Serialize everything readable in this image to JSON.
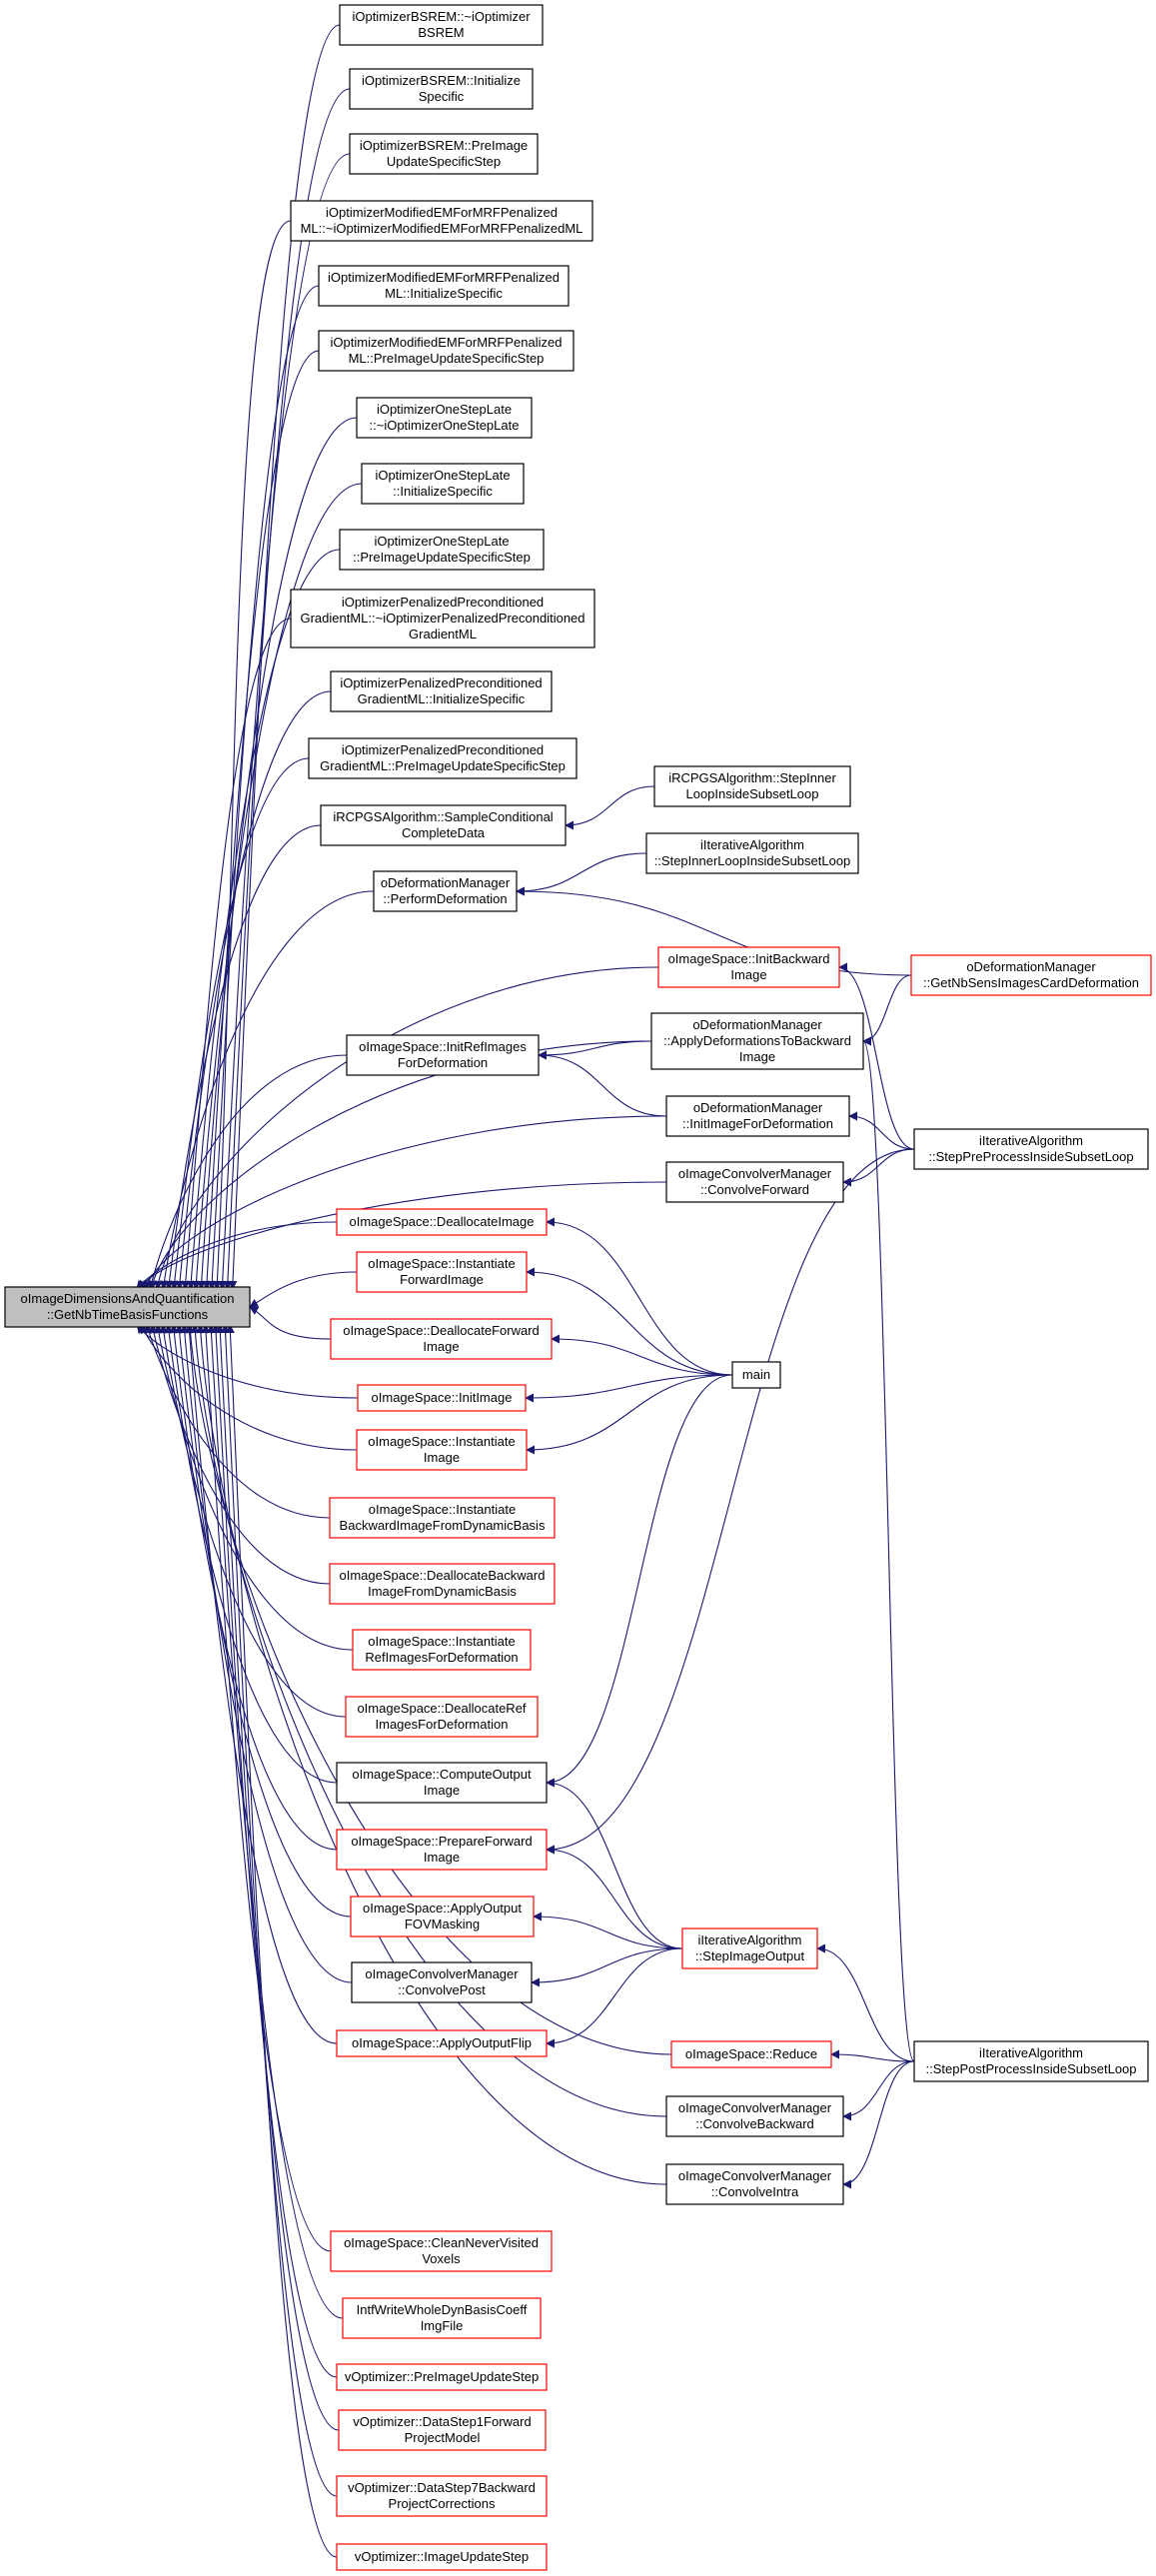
{
  "colors": {
    "edge": "#191970",
    "box_border_black": "#000000",
    "box_border_red": "#ff0000",
    "root_fill": "#bfbfbf",
    "box_fill": "#ffffff",
    "text": "#000000"
  },
  "nodes": [
    {
      "id": "root",
      "lines": [
        "oImageDimensionsAndQuantification",
        "::GetNbTimeBasisFunctions"
      ],
      "border": "gray"
    },
    {
      "id": "n1",
      "lines": [
        "iOptimizerBSREM::~iOptimizer",
        "BSREM"
      ],
      "border": "black"
    },
    {
      "id": "n2",
      "lines": [
        "iOptimizerBSREM::Initialize",
        "Specific"
      ],
      "border": "black"
    },
    {
      "id": "n3",
      "lines": [
        "iOptimizerBSREM::PreImage",
        "UpdateSpecificStep"
      ],
      "border": "black"
    },
    {
      "id": "n4",
      "lines": [
        "iOptimizerModifiedEMForMRFPenalized",
        "ML::~iOptimizerModifiedEMForMRFPenalizedML"
      ],
      "border": "black"
    },
    {
      "id": "n5",
      "lines": [
        "iOptimizerModifiedEMForMRFPenalized",
        "ML::InitializeSpecific"
      ],
      "border": "black"
    },
    {
      "id": "n6",
      "lines": [
        "iOptimizerModifiedEMForMRFPenalized",
        "ML::PreImageUpdateSpecificStep"
      ],
      "border": "black"
    },
    {
      "id": "n7",
      "lines": [
        "iOptimizerOneStepLate",
        "::~iOptimizerOneStepLate"
      ],
      "border": "black"
    },
    {
      "id": "n8",
      "lines": [
        "iOptimizerOneStepLate",
        "::InitializeSpecific"
      ],
      "border": "black"
    },
    {
      "id": "n9",
      "lines": [
        "iOptimizerOneStepLate",
        "::PreImageUpdateSpecificStep"
      ],
      "border": "black"
    },
    {
      "id": "n10",
      "lines": [
        "iOptimizerPenalizedPreconditioned",
        "GradientML::~iOptimizerPenalizedPreconditioned",
        "GradientML"
      ],
      "border": "black"
    },
    {
      "id": "n11",
      "lines": [
        "iOptimizerPenalizedPreconditioned",
        "GradientML::InitializeSpecific"
      ],
      "border": "black"
    },
    {
      "id": "n12",
      "lines": [
        "iOptimizerPenalizedPreconditioned",
        "GradientML::PreImageUpdateSpecificStep"
      ],
      "border": "black"
    },
    {
      "id": "n13",
      "lines": [
        "iRCPGSAlgorithm::SampleConditional",
        "CompleteData"
      ],
      "border": "black"
    },
    {
      "id": "n14",
      "lines": [
        "oDeformationManager",
        "::PerformDeformation"
      ],
      "border": "black"
    },
    {
      "id": "n15",
      "lines": [
        "oImageSpace::InitRefImages",
        "ForDeformation"
      ],
      "border": "black"
    },
    {
      "id": "n16",
      "lines": [
        "oImageSpace::DeallocateImage"
      ],
      "border": "red"
    },
    {
      "id": "n17",
      "lines": [
        "oImageSpace::Instantiate",
        "ForwardImage"
      ],
      "border": "red"
    },
    {
      "id": "n18",
      "lines": [
        "oImageSpace::DeallocateForward",
        "Image"
      ],
      "border": "red"
    },
    {
      "id": "n19",
      "lines": [
        "oImageSpace::InitImage"
      ],
      "border": "red"
    },
    {
      "id": "n20",
      "lines": [
        "oImageSpace::Instantiate",
        "Image"
      ],
      "border": "red"
    },
    {
      "id": "n21",
      "lines": [
        "oImageSpace::Instantiate",
        "BackwardImageFromDynamicBasis"
      ],
      "border": "red"
    },
    {
      "id": "n22",
      "lines": [
        "oImageSpace::DeallocateBackward",
        "ImageFromDynamicBasis"
      ],
      "border": "red"
    },
    {
      "id": "n23",
      "lines": [
        "oImageSpace::Instantiate",
        "RefImagesForDeformation"
      ],
      "border": "red"
    },
    {
      "id": "n24",
      "lines": [
        "oImageSpace::DeallocateRef",
        "ImagesForDeformation"
      ],
      "border": "red"
    },
    {
      "id": "n25",
      "lines": [
        "oImageSpace::ComputeOutput",
        "Image"
      ],
      "border": "black"
    },
    {
      "id": "n26",
      "lines": [
        "oImageSpace::PrepareForward",
        "Image"
      ],
      "border": "red"
    },
    {
      "id": "n27",
      "lines": [
        "oImageSpace::ApplyOutput",
        "FOVMasking"
      ],
      "border": "red"
    },
    {
      "id": "n28",
      "lines": [
        "oImageConvolverManager",
        "::ConvolvePost"
      ],
      "border": "black"
    },
    {
      "id": "n29",
      "lines": [
        "oImageSpace::ApplyOutputFlip"
      ],
      "border": "red"
    },
    {
      "id": "n30",
      "lines": [
        "oImageSpace::CleanNeverVisited",
        "Voxels"
      ],
      "border": "red"
    },
    {
      "id": "n31",
      "lines": [
        "IntfWriteWholeDynBasisCoeff",
        "ImgFile"
      ],
      "border": "red"
    },
    {
      "id": "n32",
      "lines": [
        "vOptimizer::PreImageUpdateStep"
      ],
      "border": "red"
    },
    {
      "id": "n33",
      "lines": [
        "vOptimizer::DataStep1Forward",
        "ProjectModel"
      ],
      "border": "red"
    },
    {
      "id": "n34",
      "lines": [
        "vOptimizer::DataStep7Backward",
        "ProjectCorrections"
      ],
      "border": "red"
    },
    {
      "id": "n35",
      "lines": [
        "vOptimizer::ImageUpdateStep"
      ],
      "border": "red"
    },
    {
      "id": "m1",
      "lines": [
        "iRCPGSAlgorithm::StepInner",
        "LoopInsideSubsetLoop"
      ],
      "border": "black"
    },
    {
      "id": "m2",
      "lines": [
        "iIterativeAlgorithm",
        "::StepInnerLoopInsideSubsetLoop"
      ],
      "border": "black"
    },
    {
      "id": "m3",
      "lines": [
        "oImageSpace::InitBackward",
        "Image"
      ],
      "border": "red"
    },
    {
      "id": "m4",
      "lines": [
        "oDeformationManager",
        "::ApplyDeformationsToBackward",
        "Image"
      ],
      "border": "black"
    },
    {
      "id": "m5",
      "lines": [
        "oDeformationManager",
        "::InitImageForDeformation"
      ],
      "border": "black"
    },
    {
      "id": "m6",
      "lines": [
        "oImageConvolverManager",
        "::ConvolveForward"
      ],
      "border": "black"
    },
    {
      "id": "m7",
      "lines": [
        "main"
      ],
      "border": "black"
    },
    {
      "id": "m8",
      "lines": [
        "iIterativeAlgorithm",
        "::StepImageOutput"
      ],
      "border": "red"
    },
    {
      "id": "m9",
      "lines": [
        "oImageSpace::Reduce"
      ],
      "border": "red"
    },
    {
      "id": "m10",
      "lines": [
        "oImageConvolverManager",
        "::ConvolveBackward"
      ],
      "border": "black"
    },
    {
      "id": "m11",
      "lines": [
        "oImageConvolverManager",
        "::ConvolveIntra"
      ],
      "border": "black"
    },
    {
      "id": "r1",
      "lines": [
        "oDeformationManager",
        "::GetNbSensImagesCardDeformation"
      ],
      "border": "red"
    },
    {
      "id": "r2",
      "lines": [
        "iIterativeAlgorithm",
        "::StepPreProcessInsideSubsetLoop"
      ],
      "border": "black"
    },
    {
      "id": "r3",
      "lines": [
        "iIterativeAlgorithm",
        "::StepPostProcessInsideSubsetLoop"
      ],
      "border": "black"
    }
  ],
  "edges": [
    [
      "n1",
      "root"
    ],
    [
      "n2",
      "root"
    ],
    [
      "n3",
      "root"
    ],
    [
      "n4",
      "root"
    ],
    [
      "n5",
      "root"
    ],
    [
      "n6",
      "root"
    ],
    [
      "n7",
      "root"
    ],
    [
      "n8",
      "root"
    ],
    [
      "n9",
      "root"
    ],
    [
      "n10",
      "root"
    ],
    [
      "n11",
      "root"
    ],
    [
      "n12",
      "root"
    ],
    [
      "n13",
      "root"
    ],
    [
      "n14",
      "root"
    ],
    [
      "m3",
      "root"
    ],
    [
      "m4",
      "root"
    ],
    [
      "n15",
      "root"
    ],
    [
      "m5",
      "root"
    ],
    [
      "m6",
      "root"
    ],
    [
      "n16",
      "root"
    ],
    [
      "n17",
      "root"
    ],
    [
      "n18",
      "root"
    ],
    [
      "n19",
      "root"
    ],
    [
      "n20",
      "root"
    ],
    [
      "n21",
      "root"
    ],
    [
      "n22",
      "root"
    ],
    [
      "n23",
      "root"
    ],
    [
      "n24",
      "root"
    ],
    [
      "n25",
      "root"
    ],
    [
      "n26",
      "root"
    ],
    [
      "n27",
      "root"
    ],
    [
      "n28",
      "root"
    ],
    [
      "n29",
      "root"
    ],
    [
      "m9",
      "root"
    ],
    [
      "m10",
      "root"
    ],
    [
      "m11",
      "root"
    ],
    [
      "n30",
      "root"
    ],
    [
      "n31",
      "root"
    ],
    [
      "n32",
      "root"
    ],
    [
      "n33",
      "root"
    ],
    [
      "n34",
      "root"
    ],
    [
      "n35",
      "root"
    ],
    [
      "m1",
      "n13"
    ],
    [
      "m2",
      "n14"
    ],
    [
      "r1",
      "n14"
    ],
    [
      "m4",
      "n15"
    ],
    [
      "m5",
      "n15"
    ],
    [
      "r1",
      "m4"
    ],
    [
      "r3",
      "m4"
    ],
    [
      "r2",
      "m3"
    ],
    [
      "r2",
      "m5"
    ],
    [
      "r2",
      "m6"
    ],
    [
      "r2",
      "n26"
    ],
    [
      "m7",
      "n16"
    ],
    [
      "m7",
      "n17"
    ],
    [
      "m7",
      "n18"
    ],
    [
      "m7",
      "n19"
    ],
    [
      "m7",
      "n20"
    ],
    [
      "m7",
      "n25"
    ],
    [
      "m8",
      "n25"
    ],
    [
      "m8",
      "n26"
    ],
    [
      "m8",
      "n27"
    ],
    [
      "m8",
      "n28"
    ],
    [
      "m8",
      "n29"
    ],
    [
      "r3",
      "m8"
    ],
    [
      "r3",
      "m9"
    ],
    [
      "r3",
      "m10"
    ],
    [
      "r3",
      "m11"
    ]
  ]
}
